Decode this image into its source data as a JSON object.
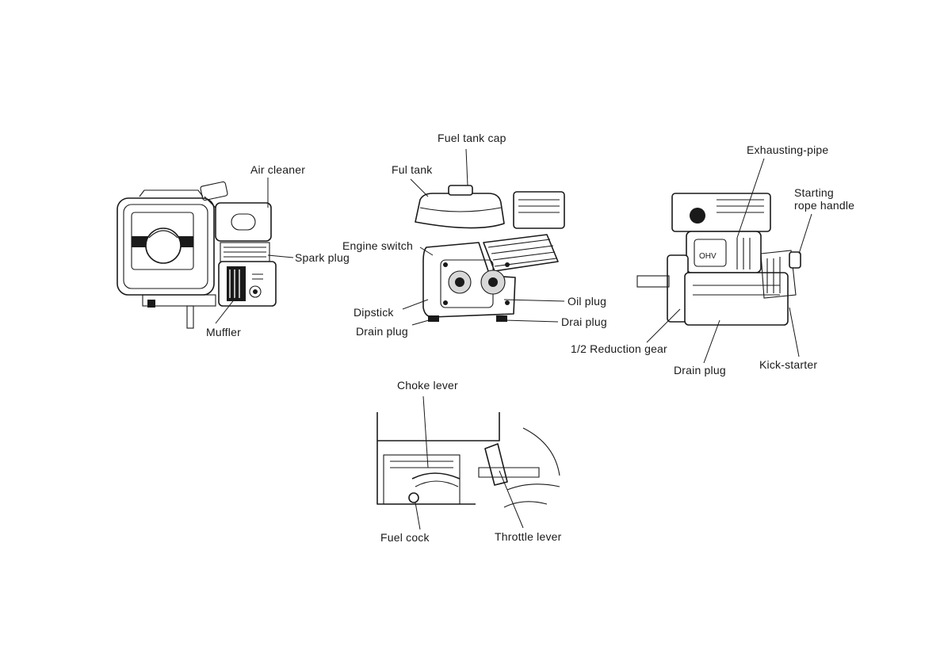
{
  "labels": {
    "air_cleaner": "Air cleaner",
    "spark_plug": "Spark plug",
    "muffler": "Muffler",
    "fuel_tank_cap": "Fuel tank cap",
    "ful_tank": "Ful tank",
    "engine_switch": "Engine switch",
    "dipstick": "Dipstick",
    "drain_plug_front": "Drain plug",
    "oil_plug": "Oil plug",
    "drai_plug": "Drai plug",
    "exhausting_pipe": "Exhausting-pipe",
    "starting_rope_handle_1": "Starting",
    "starting_rope_handle_2": "rope handle",
    "reduction_gear": "1/2 Reduction gear",
    "drain_plug_right": "Drain plug",
    "kick_starter": "Kick-starter",
    "choke_lever": "Choke lever",
    "fuel_cock": "Fuel cock",
    "throttle_lever": "Throttle lever"
  },
  "colors": {
    "ink": "#1a1a1a",
    "paper": "#ffffff"
  }
}
